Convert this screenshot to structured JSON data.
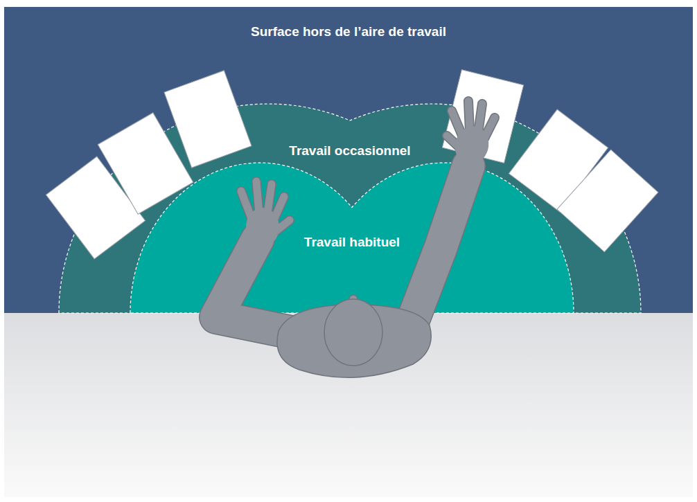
{
  "diagram": {
    "nodes": [
      {
        "text": [
          "Surface hors de l’aire de travail"
        ]
      },
      {
        "text": [
          "Travail occasionnel"
        ],
        "in": 0
      },
      {
        "text": [
          "Travail habituel"
        ],
        "in": 1
      }
    ]
  }
}
